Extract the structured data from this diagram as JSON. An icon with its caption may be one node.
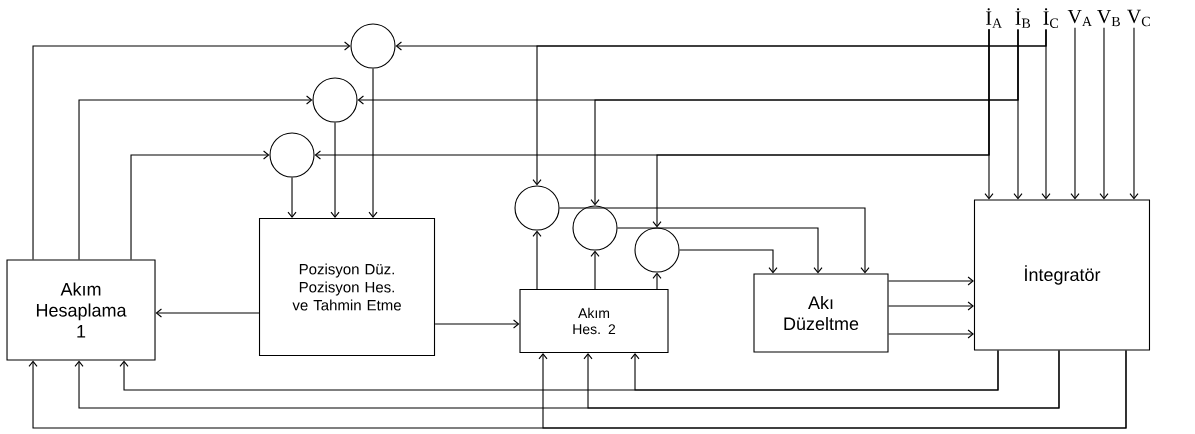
{
  "diagram": {
    "nodes": [
      {
        "text": [
          "Akım Hesaplama 1"
        ]
      },
      {
        "text": [
          "Pozisyon Düz. Pozisyon Hes. ve Tahmin Etme"
        ]
      },
      {
        "text": [
          "Akım Hes. 2"
        ]
      },
      {
        "text": [
          "Akı Düzeltme"
        ]
      },
      {
        "text": [
          "İntegratör"
        ]
      },
      {
        "text": [],
        "shape": "circle"
      },
      {
        "text": [],
        "shape": "circle"
      },
      {
        "text": [],
        "shape": "circle"
      },
      {
        "text": [],
        "shape": "circle"
      },
      {
        "text": [],
        "shape": "circle"
      },
      {
        "text": [],
        "shape": "circle"
      },
      {
        "text": [
          "İ$_{A}$"
        ]
      },
      {
        "text": [
          "İ$_{B}$"
        ]
      },
      {
        "text": [
          "İ$_{C}$"
        ]
      },
      {
        "text": [
          "V$_{A}$"
        ]
      },
      {
        "text": [
          "V$_{B}$"
        ]
      },
      {
        "text": [
          "V$_{C}$"
        ]
      }
    ],
    "edges": [
      {
        "from": 0,
        "to": 5,
        "arrow": "to"
      },
      {
        "from": 0,
        "to": 6,
        "arrow": "to"
      },
      {
        "from": 0,
        "to": 7,
        "arrow": "to"
      },
      {
        "from": 5,
        "to": 1,
        "arrow": "to"
      },
      {
        "from": 6,
        "to": 1,
        "arrow": "to"
      },
      {
        "from": 7,
        "to": 1,
        "arrow": "to"
      },
      {
        "from": 1,
        "to": 0,
        "arrow": "to"
      },
      {
        "from": 1,
        "to": 2,
        "arrow": "to"
      },
      {
        "from": 2,
        "to": 8,
        "arrow": "to"
      },
      {
        "from": 2,
        "to": 9,
        "arrow": "to"
      },
      {
        "from": 2,
        "to": 10,
        "arrow": "to"
      },
      {
        "from": 8,
        "to": 3,
        "arrow": "to"
      },
      {
        "from": 9,
        "to": 3,
        "arrow": "to"
      },
      {
        "from": 10,
        "to": 3,
        "arrow": "to"
      },
      {
        "from": 3,
        "to": 4,
        "arrow": "to"
      },
      {
        "from": 3,
        "to": 4,
        "arrow": "to"
      },
      {
        "from": 3,
        "to": 4,
        "arrow": "to"
      },
      {
        "from": 4,
        "to": 2,
        "arrow": "to"
      },
      {
        "from": 4,
        "to": 0,
        "arrow": "to"
      },
      {
        "from": 4,
        "to": 2,
        "arrow": "to"
      },
      {
        "from": 4,
        "to": 0,
        "arrow": "to"
      },
      {
        "from": 4,
        "to": 2,
        "arrow": "to"
      },
      {
        "from": 4,
        "to": 0,
        "arrow": "to"
      },
      {
        "from": 11,
        "to": 7,
        "arrow": "to"
      },
      {
        "from": 11,
        "to": 10,
        "arrow": "to"
      },
      {
        "from": 12,
        "to": 6,
        "arrow": "to"
      },
      {
        "from": 12,
        "to": 9,
        "arrow": "to"
      },
      {
        "from": 13,
        "to": 5,
        "arrow": "to"
      },
      {
        "from": 13,
        "to": 8,
        "arrow": "to"
      },
      {
        "from": 11,
        "to": 4,
        "arrow": "to"
      },
      {
        "from": 12,
        "to": 4,
        "arrow": "to"
      },
      {
        "from": 13,
        "to": 4,
        "arrow": "to"
      },
      {
        "from": 14,
        "to": 4,
        "arrow": "to"
      },
      {
        "from": 15,
        "to": 4,
        "arrow": "to"
      },
      {
        "from": 16,
        "to": 4,
        "arrow": "to"
      }
    ]
  }
}
